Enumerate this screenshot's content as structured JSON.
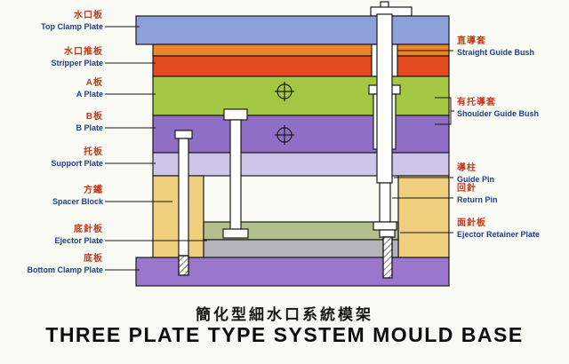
{
  "title": {
    "cn": "簡化型細水口系統模架",
    "en": "THREE PLATE TYPE SYSTEM MOULD BASE"
  },
  "labels_left": [
    {
      "cn": "水口板",
      "en": "Top Clamp Plate"
    },
    {
      "cn": "水口推板",
      "en": "Stripper Plate"
    },
    {
      "cn": "A板",
      "en": "A Plate"
    },
    {
      "cn": "B板",
      "en": "B Plate"
    },
    {
      "cn": "托板",
      "en": "Support Plate"
    },
    {
      "cn": "方鐵",
      "en": "Spacer Block"
    },
    {
      "cn": "底針板",
      "en": "Ejector Plate"
    },
    {
      "cn": "底板",
      "en": "Bottom Clamp Plate"
    }
  ],
  "labels_right": [
    {
      "cn": "直導套",
      "en": "Straight Guide Bush"
    },
    {
      "cn": "有托導套",
      "en": "Shoulder Guide Bush"
    },
    {
      "cn": "導柱",
      "en": "Guide Pin"
    },
    {
      "cn": "回針",
      "en": "Return Pin"
    },
    {
      "cn": "面針板",
      "en": "Ejector Retainer Plate"
    }
  ],
  "colors": {
    "top_clamp_plate": "#8ea0d9",
    "stripper_plate_top": "#f08327",
    "stripper_plate": "#e34a1e",
    "a_plate": "#a4c844",
    "b_plate": "#8f6fc5",
    "support_plate": "#cdc6e8",
    "spacer_block": "#f0d07e",
    "ejector_retainer_plate": "#b3c08b",
    "ejector_plate": "#b4b4bc",
    "bottom_clamp_plate": "#9a77cc",
    "label_cn": "#c23a1a",
    "label_en": "#1d3f8f"
  }
}
